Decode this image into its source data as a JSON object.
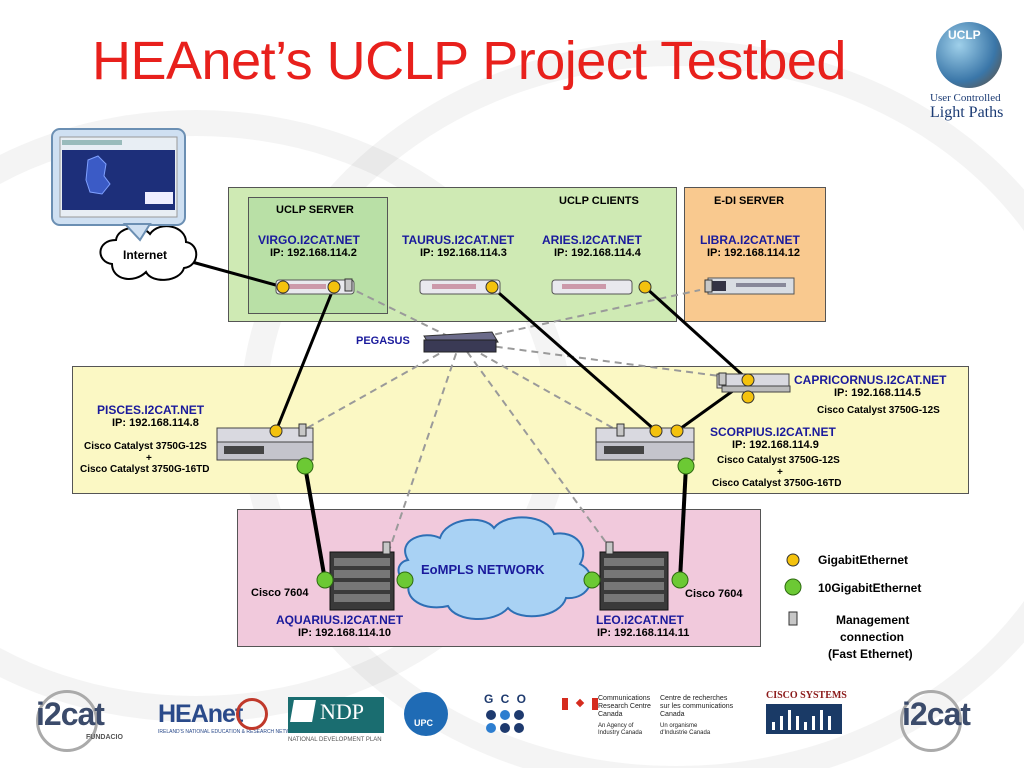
{
  "title": "HEAnet’s UCLP Project Testbed",
  "uclp_logo": {
    "badge": "UCLP",
    "line1": "User Controlled",
    "line2": "Light Paths"
  },
  "internet": "Internet",
  "pegasus": "PEGASUS",
  "cloud": "EoMPLS NETWORK",
  "uclp_server": {
    "heading": "UCLP  SERVER",
    "host": "VIRGO.I2CAT.NET",
    "ip": "IP: 192.168.114.2"
  },
  "uclp_clients": {
    "heading": "UCLP  CLIENTS",
    "taurus": {
      "host": "TAURUS.I2CAT.NET",
      "ip": "IP: 192.168.114.3"
    },
    "aries": {
      "host": "ARIES.I2CAT.NET",
      "ip": "IP: 192.168.114.4"
    }
  },
  "edi_server": {
    "heading": "E-DI  SERVER",
    "host": "LIBRA.I2CAT.NET",
    "ip": "IP: 192.168.114.12"
  },
  "pisces": {
    "host": "PISCES.I2CAT.NET",
    "ip": "IP: 192.168.114.8",
    "model1": "Cisco Catalyst 3750G-12S",
    "plus": "+",
    "model2": "Cisco Catalyst 3750G-16TD"
  },
  "capricornus": {
    "host": "CAPRICORNUS.I2CAT.NET",
    "ip": "IP: 192.168.114.5",
    "model": "Cisco Catalyst 3750G-12S"
  },
  "scorpius": {
    "host": "SCORPIUS.I2CAT.NET",
    "ip": "IP: 192.168.114.9",
    "model1": "Cisco Catalyst 3750G-12S",
    "plus": "+",
    "model2": "Cisco Catalyst 3750G-16TD"
  },
  "aquarius": {
    "model": "Cisco 7604",
    "host": "AQUARIUS.I2CAT.NET",
    "ip": "IP: 192.168.114.10"
  },
  "leo": {
    "model": "Cisco 7604",
    "host": "LEO.I2CAT.NET",
    "ip": "IP: 192.168.114.11"
  },
  "legend": {
    "gigabit": "GigabitEthernet",
    "tengig": "10GigabitEthernet",
    "mgmt1": "Management",
    "mgmt2": "connection",
    "mgmt3": "(Fast Ethernet)"
  },
  "footer": {
    "i2cat": "i2cat",
    "fundacio": "FUNDACIO",
    "heanet": "HEAnet",
    "heanet_sub": "IRELAND'S NATIONAL EDUCATION & RESEARCH NETWORK",
    "ndp": "NDP",
    "ndp_sub": "NATIONAL DEVELOPMENT PLAN",
    "upc": "UPC",
    "gco": "G C O",
    "crc_en1": "Communications",
    "crc_en2": "Research Centre",
    "crc_en3": "Canada",
    "crc_fr1": "Centre de recherches",
    "crc_fr2": "sur les communications",
    "crc_fr3": "Canada",
    "crc_en4": "An Agency of",
    "crc_en5": "Industry Canada",
    "crc_fr4": "Un organisme",
    "crc_fr5": "d'Industrie Canada",
    "cisco": "CISCO SYSTEMS",
    "i2cat2": "i2cat"
  },
  "colors": {
    "title": "#e8201c",
    "host": "#1a1a9c",
    "uclp_box": "#cfeab4",
    "edi_box": "#f9c98f",
    "switch_box": "#fbf8c4",
    "core_box": "#f1c9dc",
    "gigabit": "#f4c20d",
    "tengig": "#6cc934"
  }
}
